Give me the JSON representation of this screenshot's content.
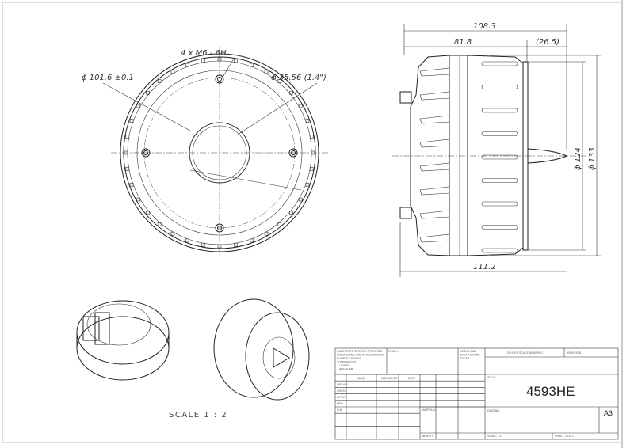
{
  "front_view": {
    "dim_outer": "ϕ 101.6 ±0.1",
    "dim_holes": "4 x M6 - 6H",
    "dim_throat": "ϕ 35.56 (1.4\")"
  },
  "side_view": {
    "dim_total_length": "108.3",
    "dim_body_length": "81.8",
    "dim_plug": "(26.5)",
    "dim_bottom": "111.2",
    "dim_dia_inner": "ϕ 124",
    "dim_dia_outer": "ϕ 133"
  },
  "iso_views": {
    "scale_label": "SCALE 1 : 2"
  },
  "title_block": {
    "notes": [
      "UNLESS OTHERWISE SPECIFIED:",
      "DIMENSIONS ARE IN MILLIMETERS",
      "SURFACE FINISH:",
      "TOLERANCES:",
      "LINEAR:",
      "ANGULAR:"
    ],
    "finish": "FINISH:",
    "deburr": [
      "DEBUR AND",
      "BREAK SHARP",
      "EDGES"
    ],
    "do_not_scale": "DO NOT SCALE DRAWING",
    "revision": "REVISION",
    "headers": [
      "NAME",
      "SIGNATURE",
      "DATE"
    ],
    "rows": [
      "DRAWN",
      "CHK'D",
      "APPV'D",
      "MFG",
      "Q.A"
    ],
    "material": "MATERIAL:",
    "weight": "WEIGHT:",
    "title_label": "TITLE:",
    "title": "4593HE",
    "dwg_no": "DWG NO.",
    "size": "A3",
    "scale": "SCALE:1:1",
    "sheet": "SHEET 1 OF 1"
  }
}
